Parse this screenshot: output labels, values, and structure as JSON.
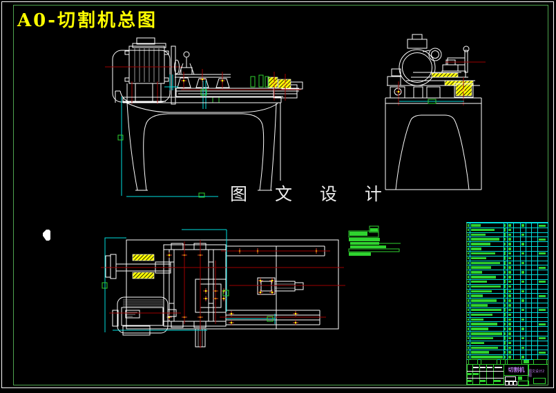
{
  "title": "A0-切割机总图",
  "watermark": "图 文 设 计",
  "title_block": {
    "drawing_name": "切割机",
    "note": "图文设计2 图"
  },
  "parts_table": {
    "rows": 29
  },
  "colors": {
    "background": "#000000",
    "frame_white": "#ffffff",
    "frame_green": "#4fa44f",
    "title_yellow": "#ffff00",
    "geometry_white": "#ffffff",
    "centerline_red": "#9e0000",
    "marker_red": "#d43a2f",
    "dimension_cyan": "#00e0e0",
    "text_green": "#2fd32f",
    "hatch_yellow": "#ffff00",
    "titleblock_purple": "#c07ef0",
    "watermark_white": "#ededed"
  }
}
